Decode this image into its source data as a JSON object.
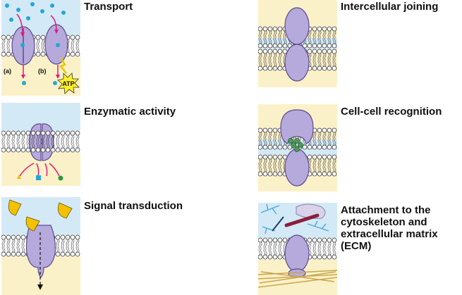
{
  "colors": {
    "extracellular": "#d3e9f6",
    "cytoplasm": "#fbf1c9",
    "protein": "#b6a9dc",
    "protein_stroke": "#5a4b8c",
    "arrow": "#e0197a",
    "ion": "#22a8d6",
    "atp": "#fff02a",
    "signal": "#f2c200",
    "cytoskeleton": "#4aa8dd",
    "ecm_fiber": "#c8a64a",
    "receptor_glyco": "#4e9b5e"
  },
  "panels": {
    "transport": {
      "title": "Transport",
      "sublabel_a": "(a)",
      "sublabel_b": "(b)",
      "atp_label": "ATP"
    },
    "enzymatic": {
      "title": "Enzymatic activity"
    },
    "signal": {
      "title": "Signal transduction"
    },
    "joining": {
      "title": "Intercellular joining"
    },
    "recognition": {
      "title": "Cell-cell recognition"
    },
    "attachment": {
      "title": "Attachment to the\ncytoskeleton and\nextracellular matrix\n(ECM)"
    }
  }
}
